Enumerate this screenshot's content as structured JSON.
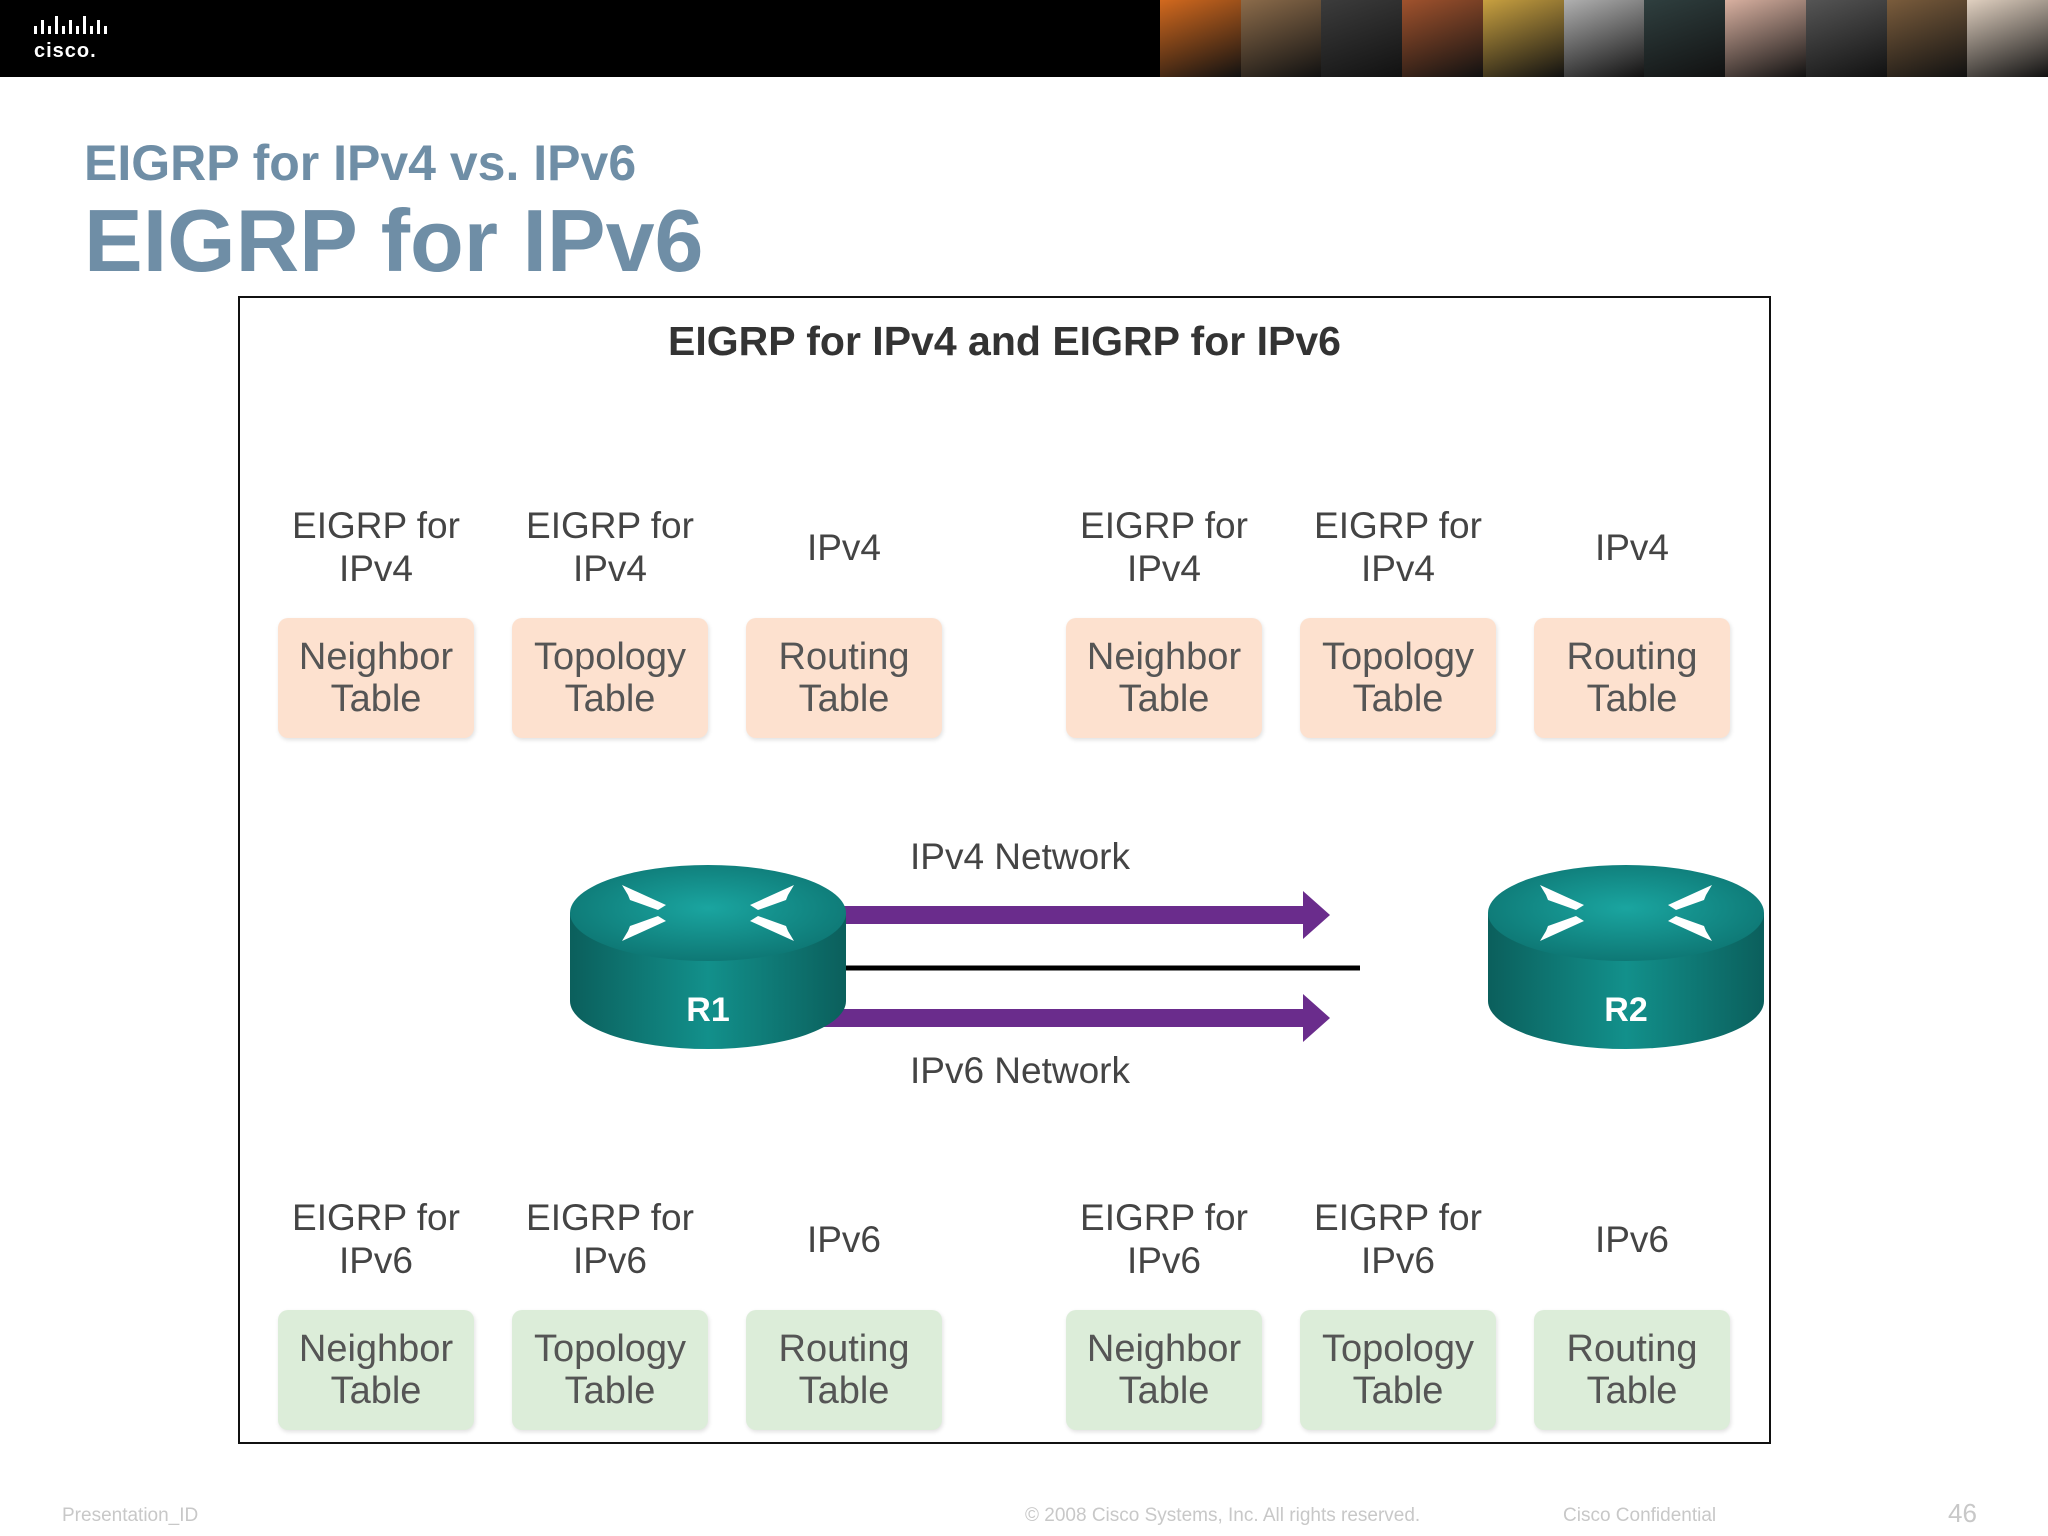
{
  "header": {
    "logo_text": "cisco.",
    "photo_colors": [
      "#d2691e",
      "#8b6b4a",
      "#3c3c3c",
      "#a0522d",
      "#c8a040",
      "#b0b0b0",
      "#2f3f3f",
      "#d8b0a0",
      "#555555",
      "#7a5c3c",
      "#e0d0c0"
    ]
  },
  "slide": {
    "subtitle": "EIGRP for IPv4 vs. IPv6",
    "title": "EIGRP for IPv6"
  },
  "figure": {
    "title": "EIGRP for IPv4 and EIGRP for IPv6",
    "ipv4_row": [
      {
        "label": "EIGRP for\nIPv4",
        "box": "Neighbor\nTable"
      },
      {
        "label": "EIGRP for\nIPv4",
        "box": "Topology\nTable"
      },
      {
        "label": "IPv4",
        "box": "Routing\nTable"
      },
      {
        "label": "EIGRP for\nIPv4",
        "box": "Neighbor\nTable"
      },
      {
        "label": "EIGRP for\nIPv4",
        "box": "Topology\nTable"
      },
      {
        "label": "IPv4",
        "box": "Routing\nTable"
      }
    ],
    "ipv6_row": [
      {
        "label": "EIGRP for\nIPv6",
        "box": "Neighbor\nTable"
      },
      {
        "label": "EIGRP for\nIPv6",
        "box": "Topology\nTable"
      },
      {
        "label": "IPv6",
        "box": "Routing\nTable"
      },
      {
        "label": "EIGRP for\nIPv6",
        "box": "Neighbor\nTable"
      },
      {
        "label": "EIGRP for\nIPv6",
        "box": "Topology\nTable"
      },
      {
        "label": "IPv6",
        "box": "Routing\nTable"
      }
    ],
    "routers": {
      "left": "R1",
      "right": "R2"
    },
    "ipv4_network_label": "IPv4 Network",
    "ipv6_network_label": "IPv6 Network",
    "colors": {
      "ipv4_table": "#fde1cf",
      "ipv6_table": "#dcedd9",
      "arrow": "#6a2c8c",
      "router": "#0f7c7a"
    }
  },
  "footer": {
    "presentation_id": "Presentation_ID",
    "copyright": "© 2008 Cisco Systems, Inc. All rights reserved.",
    "confidential": "Cisco Confidential",
    "page_number": "46"
  }
}
